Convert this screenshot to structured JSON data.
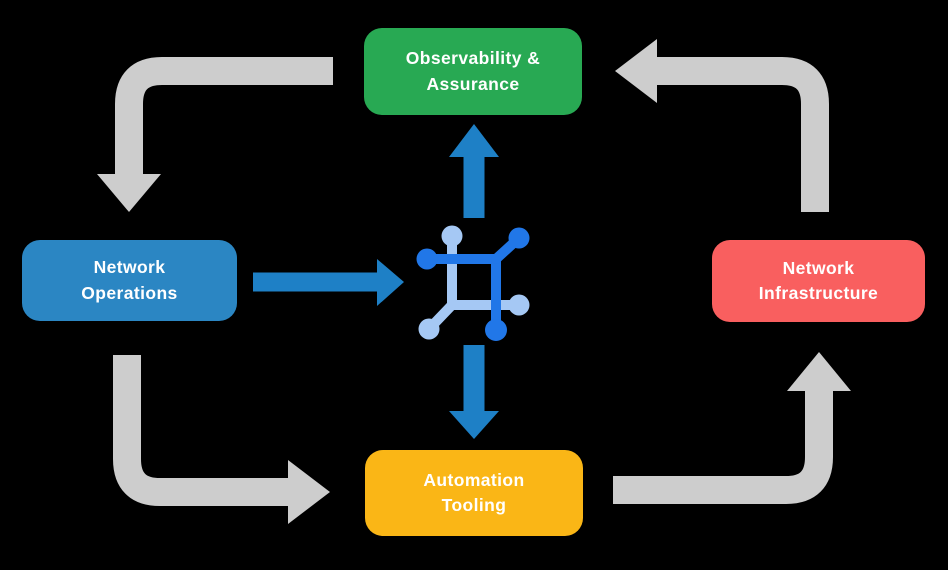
{
  "background": "#000000",
  "colors": {
    "background": "#000000",
    "node-green": "#28a953",
    "node-blue": "#2b86c3",
    "node-red": "#f95f5f",
    "node-yellow": "#fab616",
    "arrow-gray": "#cdcdcd",
    "arrow-blue": "#1e80c6",
    "icon-blue-dark": "#2177e8",
    "icon-blue-light": "#a5c8f4",
    "label-text": "#ffffff"
  },
  "nodes": {
    "observability": {
      "label": "Observability &\nAssurance",
      "color": "#28a953"
    },
    "operations": {
      "label": "Network\nOperations",
      "color": "#2b86c3"
    },
    "infrastructure": {
      "label": "Network\nInfrastructure",
      "color": "#f95f5f"
    },
    "automation": {
      "label": "Automation\nTooling",
      "color": "#fab616"
    }
  },
  "icons": {
    "center": "network-nodes-icon"
  },
  "flows": [
    {
      "from": "Observability & Assurance",
      "to": "Network Operations",
      "style": "gray-elbow"
    },
    {
      "from": "Network Operations",
      "to": "Automation Tooling",
      "style": "gray-elbow"
    },
    {
      "from": "Automation Tooling",
      "to": "Network Infrastructure",
      "style": "gray-elbow"
    },
    {
      "from": "Network Infrastructure",
      "to": "Observability & Assurance",
      "style": "gray-elbow"
    },
    {
      "from": "Network Operations",
      "to": "network-nodes-icon",
      "style": "blue-straight"
    },
    {
      "from": "network-nodes-icon",
      "to": "Observability & Assurance",
      "style": "blue-straight"
    },
    {
      "from": "network-nodes-icon",
      "to": "Automation Tooling",
      "style": "blue-straight"
    }
  ]
}
